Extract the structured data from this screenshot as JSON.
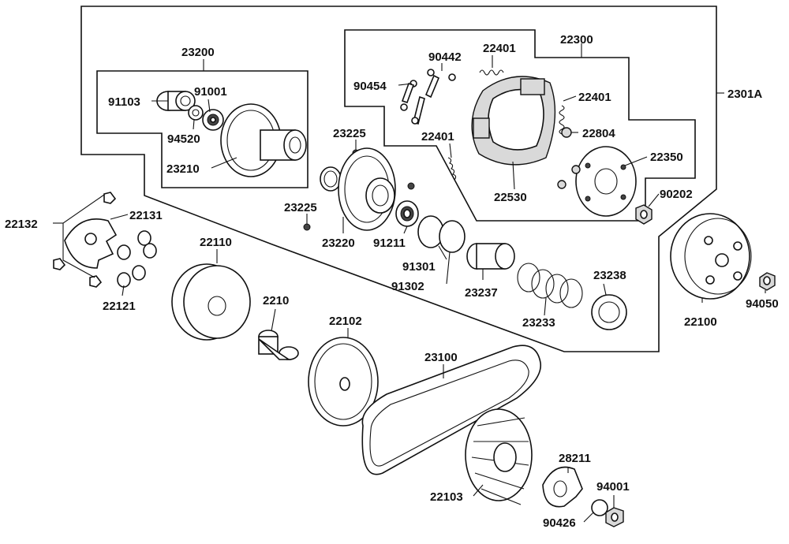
{
  "labels": {
    "p23200": "23200",
    "p91001": "91001",
    "p91103": "91103",
    "p94520": "94520",
    "p23210": "23210",
    "p22300": "22300",
    "p22401a": "22401",
    "p90442": "90442",
    "p90454": "90454",
    "p22401b": "22401",
    "p22401c": "22401",
    "p22804": "22804",
    "p22350": "22350",
    "p22530": "22530",
    "p2301A": "2301A",
    "p23225a": "23225",
    "p23225b": "23225",
    "p23220": "23220",
    "p91211": "91211",
    "p91301": "91301",
    "p91302": "91302",
    "p23237": "23237",
    "p23233": "23233",
    "p23238": "23238",
    "p90202": "90202",
    "p22100": "22100",
    "p94050": "94050",
    "p22132": "22132",
    "p22131": "22131",
    "p22121": "22121",
    "p22110": "22110",
    "p2210": "2210",
    "p22102": "22102",
    "p23100": "23100",
    "p22103": "22103",
    "p28211": "28211",
    "p94001": "94001",
    "p90426": "90426"
  }
}
